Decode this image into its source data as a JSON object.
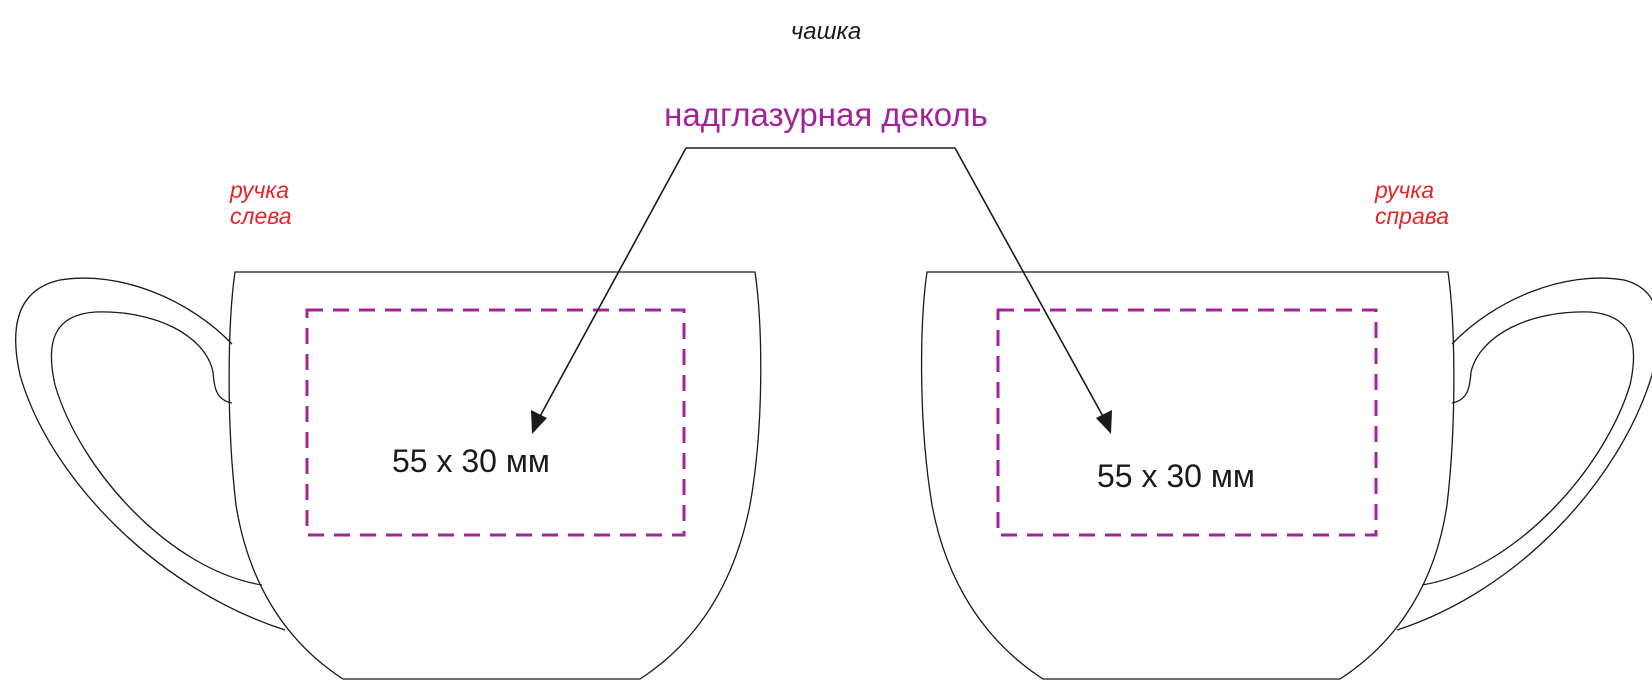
{
  "title": "чашка",
  "decal_label": "надглазурная деколь",
  "handle_left": {
    "line1": "ручка",
    "line2": "слева"
  },
  "handle_right": {
    "line1": "ручка",
    "line2": "справа"
  },
  "print_area_left": {
    "size": "55 x 30 мм"
  },
  "print_area_right": {
    "size": "55 x 30 мм"
  },
  "colors": {
    "decal": "#a3239a",
    "handle_note": "#e3262a",
    "outline": "#1a1a1a"
  }
}
